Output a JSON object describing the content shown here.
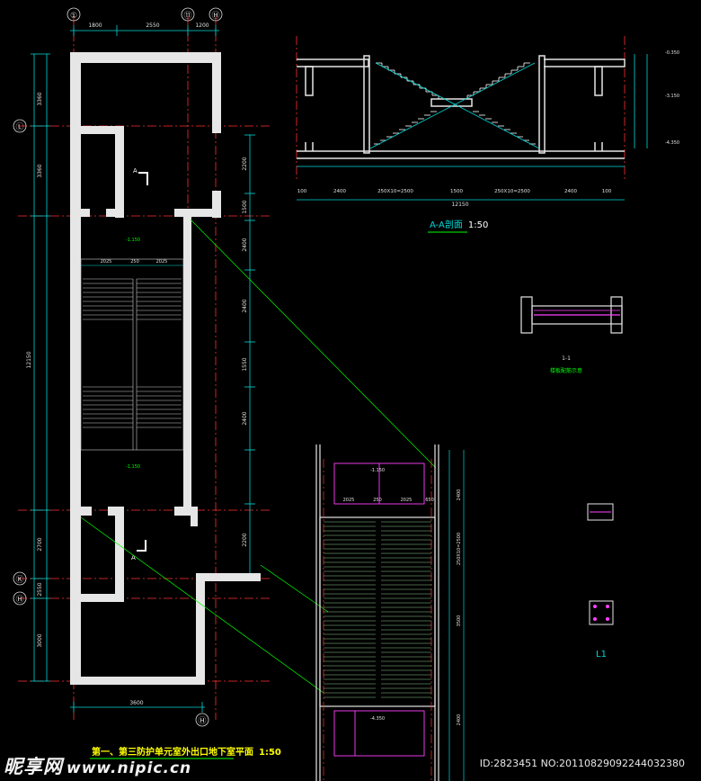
{
  "grid_axes": {
    "top": [
      "①",
      "⑪",
      "Ⓗ"
    ],
    "left": [
      "Ⓛ",
      "Ⓚ",
      "Ⓗ"
    ],
    "bottom": [
      "Ⓗ"
    ]
  },
  "top_dims": [
    "1800",
    "2550",
    "1200"
  ],
  "left_dims": [
    "3360",
    "3360",
    "12150",
    "2700",
    "2550",
    "3000"
  ],
  "right_dims": [
    "2200",
    "1500",
    "2400",
    "2400",
    "1550",
    "2400",
    "2200"
  ],
  "plan_labels": {
    "section_mark": "A",
    "level_top": "-1.150",
    "level_bottom": "-1.150",
    "bottom_dim": "3600",
    "inner_dims": [
      "2025",
      "250",
      "2025"
    ]
  },
  "plan_title": "第一、第三防护单元室外出口地下室平面",
  "plan_scale": "1:50",
  "section": {
    "title": "A-A剖面",
    "scale": "1:50",
    "bottom_dims": [
      "100",
      "2400",
      "250X10=2500",
      "1500",
      "250X10=2500",
      "2400",
      "100"
    ],
    "total_dim": "12150",
    "right_levels": [
      "-0.350",
      "-3.150",
      "-4.350"
    ]
  },
  "detail_1": {
    "label": "1-1",
    "caption": "楼板配筋示意"
  },
  "detail_L1": {
    "label": "L1"
  },
  "stair_plan": {
    "dims": [
      "2025",
      "250",
      "2025",
      "650"
    ],
    "levels": [
      "-1.150",
      "-4.350"
    ],
    "side_dims": [
      "2400",
      "250X10=2500",
      "3500",
      "2400"
    ]
  },
  "watermark": {
    "logo_cn": "昵享网",
    "logo_url": "www.nipic.cn",
    "id_text": "ID:2823451 NO:20110829092244032380"
  },
  "colors": {
    "background": "#000000",
    "wall": "#e6e6e6",
    "dimension": "#00d8d8",
    "axis": "#ff3030",
    "leader": "#00ff00",
    "stair": "#ffffff",
    "rebar": "#ff40ff",
    "title": "#ffff00"
  }
}
